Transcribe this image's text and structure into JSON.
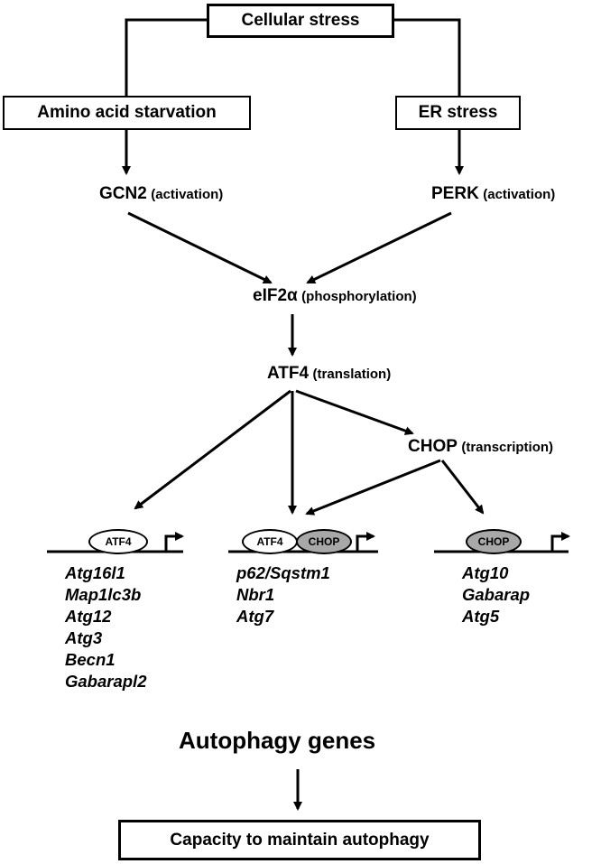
{
  "nodes": {
    "cellular_stress": "Cellular stress",
    "amino_acid": "Amino acid starvation",
    "er_stress": "ER stress",
    "gcn2": {
      "name": "GCN2",
      "note": "(activation)"
    },
    "perk": {
      "name": "PERK",
      "note": "(activation)"
    },
    "eif2a": {
      "name": "eIF2α",
      "note": "(phosphorylation)"
    },
    "atf4": {
      "name": "ATF4",
      "note": "(translation)"
    },
    "chop": {
      "name": "CHOP",
      "note": "(transcription)"
    }
  },
  "promoters": {
    "left": {
      "factor": "ATF4"
    },
    "middle": {
      "factors": [
        "ATF4",
        "CHOP"
      ]
    },
    "right": {
      "factor": "CHOP"
    }
  },
  "gene_groups": {
    "atf4_genes": [
      "Atg16l1",
      "Map1lc3b",
      "Atg12",
      "Atg3",
      "Becn1",
      "Gabarapl2"
    ],
    "atf4_chop_genes": [
      "p62/Sqstm1",
      "Nbr1",
      "Atg7"
    ],
    "chop_genes": [
      "Atg10",
      "Gabarap",
      "Atg5"
    ]
  },
  "autophagy_genes_label": "Autophagy genes",
  "capacity": "Capacity to maintain autophagy"
}
